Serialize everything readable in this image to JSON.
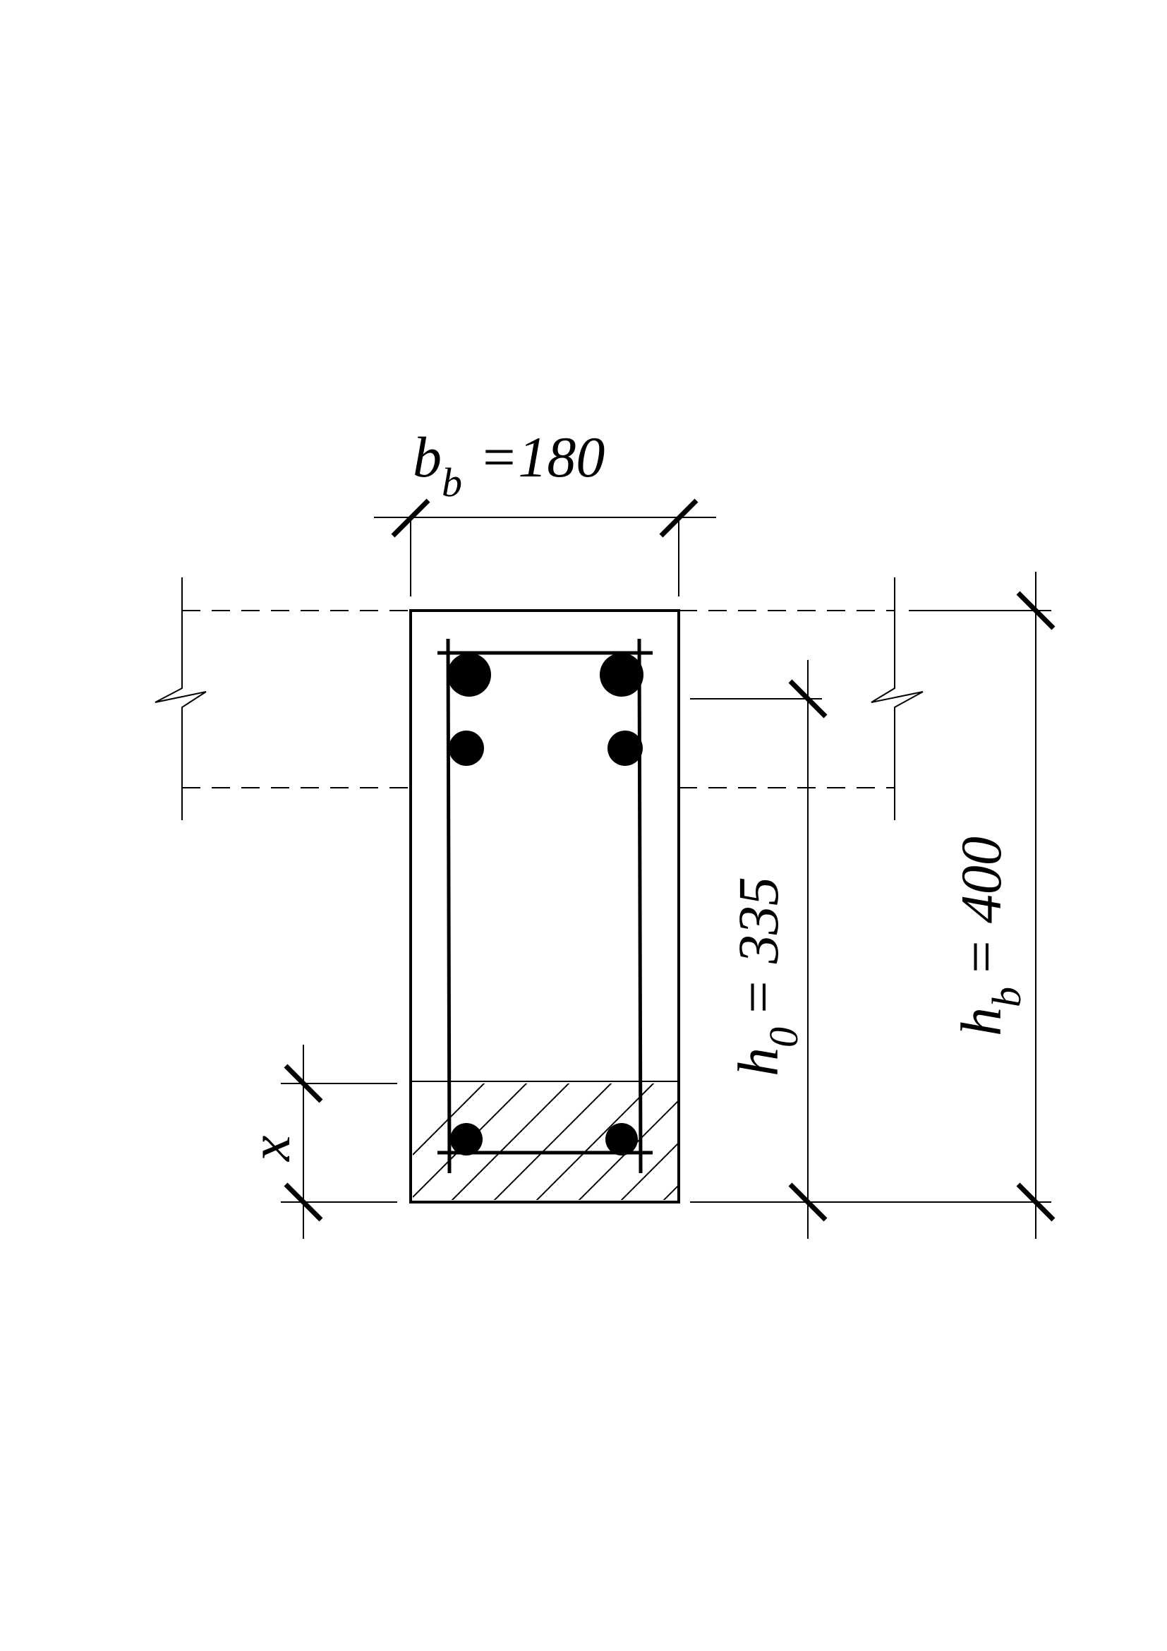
{
  "labels": {
    "width_symbol": "b",
    "width_subscript": "b",
    "width_value": "=180",
    "height_symbol": "h",
    "height_subscript": "b",
    "height_value": "= 400",
    "eff_depth_symbol": "h",
    "eff_depth_subscript": "0",
    "eff_depth_value": "= 335",
    "compression_zone": "x"
  },
  "colors": {
    "line": "#000000",
    "background": "#ffffff"
  }
}
